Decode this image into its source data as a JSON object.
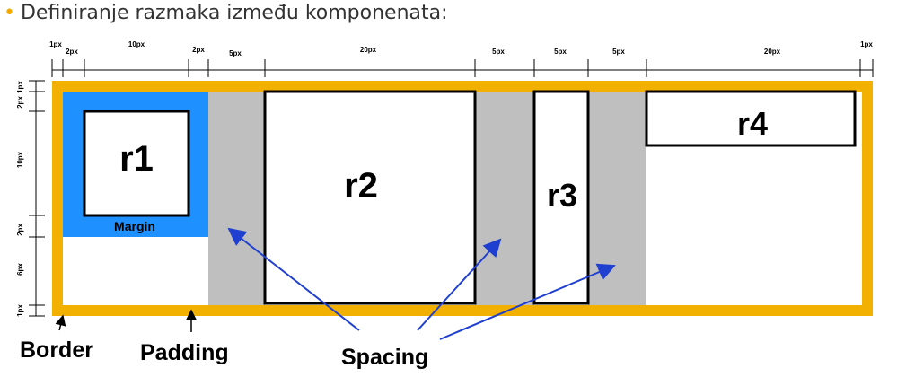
{
  "heading": "Definiranje razmaka između komponenata:",
  "top_dims": [
    "1px",
    "2px",
    "10px",
    "2px",
    "5px",
    "20px",
    "5px",
    "5px",
    "5px",
    "20px",
    "1px"
  ],
  "left_dims": [
    "1px",
    "2px",
    "10px",
    "2px",
    "6px",
    "1px"
  ],
  "cells": {
    "r1": "r1",
    "r2": "r2",
    "r3": "r3",
    "r4": "r4"
  },
  "margin_label": "Margin",
  "bottom_labels": {
    "border": "Border",
    "padding": "Padding",
    "spacing": "Spacing"
  },
  "colors": {
    "border": "#f2b100",
    "margin": "#1e90ff",
    "spacing": "#bfbfbf",
    "arrow": "#1f3fd0",
    "bullet": "#f2a900"
  }
}
